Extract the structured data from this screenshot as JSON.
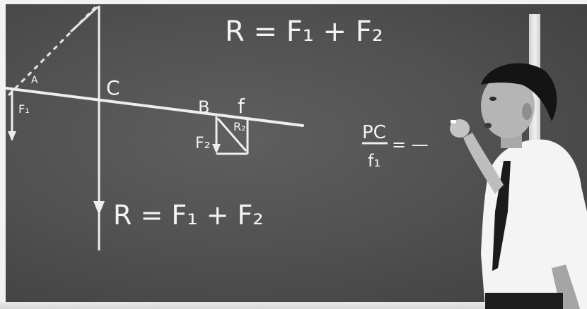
{
  "chalkboard": {
    "top_equation": "R = F₁ + F₂",
    "bottom_equation": "R = F₁ + F₂",
    "label_c": "C",
    "label_b": "B",
    "label_f": "f",
    "label_f1": "F₁",
    "label_f2": "F₂",
    "label_r2": "R₂",
    "label_a": "A",
    "ratio_numerator": "PC",
    "ratio_denominator": "f₁",
    "ratio_equals": "= —"
  },
  "colors": {
    "board": "#4f4f4f",
    "chalk": "#f3f3f3",
    "shirt": "#f4f4f4",
    "hair": "#141414"
  },
  "scene": {
    "subject": "man-writing-on-chalkboard"
  }
}
